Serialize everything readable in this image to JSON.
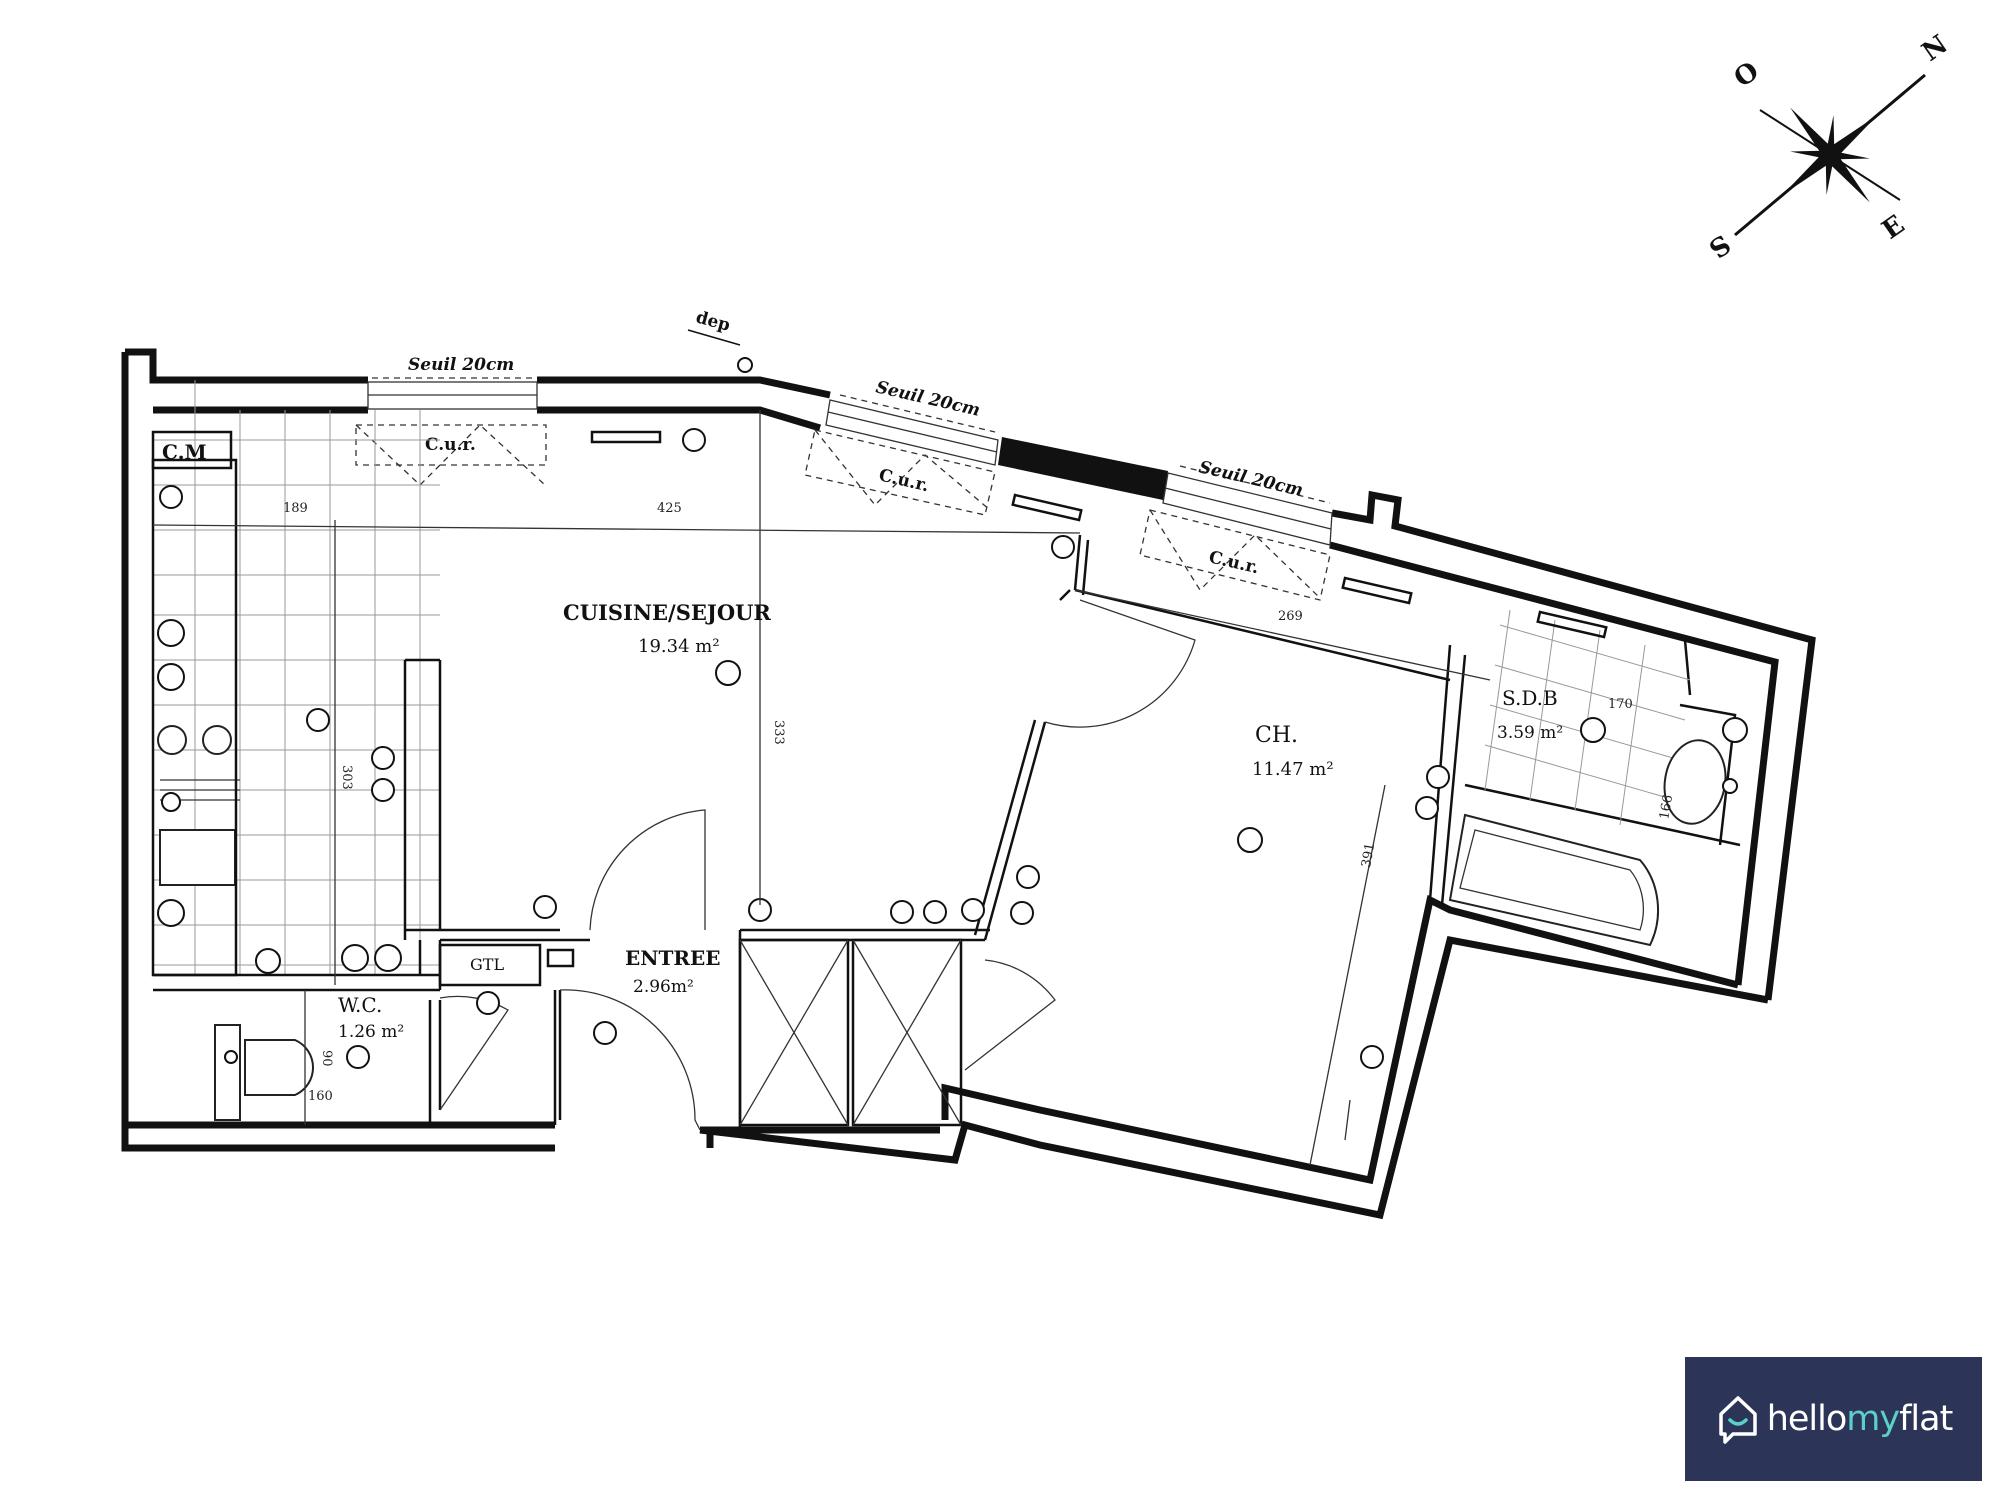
{
  "rooms": {
    "cuisine_sejour": {
      "name": "CUISINE/SEJOUR",
      "area": "19.34 m²"
    },
    "chambre": {
      "name": "CH.",
      "area": "11.47 m²"
    },
    "salle_de_bain": {
      "name": "S.D.B",
      "area": "3.59 m²"
    },
    "wc": {
      "name": "W.C.",
      "area": "1.26 m²"
    },
    "entree": {
      "name": "ENTREE",
      "area": "2.96m²"
    }
  },
  "labels": {
    "cm": "C.M",
    "gtl": "GTL",
    "dep": "dep",
    "seuil_1": "Seuil 20cm",
    "seuil_2": "Seuil 20cm",
    "seuil_3": "Seuil 20cm",
    "cur_1": "C.u.r.",
    "cur_2": "C.u.r.",
    "cur_3": "C.u.r."
  },
  "dimensions": {
    "d189": "189",
    "d425": "425",
    "d333": "333",
    "d269": "269",
    "d170": "170",
    "d391": "391",
    "d303": "303",
    "d160": "160",
    "d90": "90",
    "d166": "166"
  },
  "compass": {
    "north": "N",
    "south": "S",
    "east": "E",
    "west": "O"
  },
  "brand": {
    "name_prefix": "hello",
    "name_mid": "my",
    "name_suffix": "flat",
    "accent_color": "#5ad0c8",
    "background": "#2c3558"
  }
}
